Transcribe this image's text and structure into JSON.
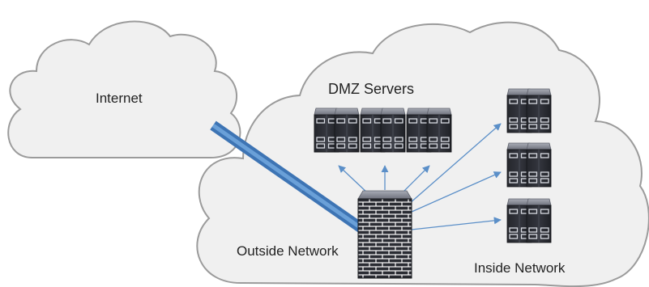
{
  "labels": {
    "internet": "Internet",
    "dmz": "DMZ Servers",
    "outside": "Outside Network",
    "inside": "Inside Network"
  },
  "colors": {
    "cloud_fill": "#f0f0f0",
    "cloud_stroke": "#9b9b9b",
    "link_internet": "#4a86c8",
    "arrow": "#5b8fc8",
    "server_dark": "#2a2c33",
    "server_top": "#8c8f9a",
    "firewall_brick": "#ffffff"
  },
  "nodes": {
    "internet_cloud": "Internet",
    "dmz_servers": [
      "dmz-server-1",
      "dmz-server-2",
      "dmz-server-3"
    ],
    "inside_servers": [
      "inside-server-1",
      "inside-server-2",
      "inside-server-3"
    ],
    "firewall": "firewall"
  }
}
